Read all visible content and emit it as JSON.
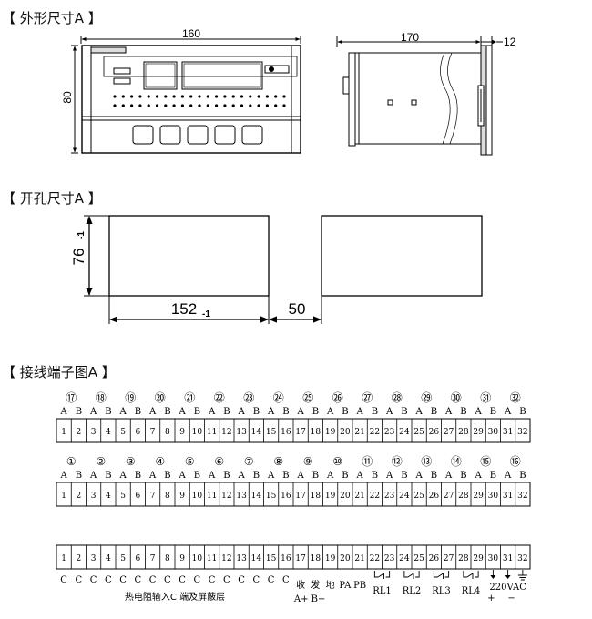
{
  "sections": {
    "outline_title": "【 外形尺寸A 】",
    "cutout_title": "【 开孔尺寸A 】",
    "terminal_title": "【 接线端子图A 】"
  },
  "outline": {
    "width_label": "160",
    "height_label": "80",
    "depth_label": "170",
    "panel_label": "12"
  },
  "cutout": {
    "height_label": "76",
    "height_tol": "-1",
    "width_label": "152",
    "width_tol": "-1",
    "gap_label": "50"
  },
  "terminals": {
    "numbers": [
      "1",
      "2",
      "3",
      "4",
      "5",
      "6",
      "7",
      "8",
      "9",
      "10",
      "11",
      "12",
      "13",
      "14",
      "15",
      "16",
      "17",
      "18",
      "19",
      "20",
      "21",
      "22",
      "23",
      "24",
      "25",
      "26",
      "27",
      "28",
      "29",
      "30",
      "31",
      "32"
    ],
    "channels_top": [
      "⑰",
      "⑱",
      "⑲",
      "⑳",
      "㉑",
      "㉒",
      "㉓",
      "㉔",
      "㉕",
      "㉖",
      "㉗",
      "㉘",
      "㉙",
      "㉚",
      "㉛",
      "㉜"
    ],
    "channels_mid": [
      "①",
      "②",
      "③",
      "④",
      "⑤",
      "⑥",
      "⑦",
      "⑧",
      "⑨",
      "⑩",
      "⑪",
      "⑫",
      "⑬",
      "⑭",
      "⑮",
      "⑯"
    ],
    "ab": [
      "A",
      "B"
    ],
    "c_label": "C",
    "comm_labels": [
      "收",
      "发",
      "地"
    ],
    "pa": "PA",
    "pb": "PB",
    "ab_bottom": "A+ B−",
    "relays": [
      "RL1",
      "RL2",
      "RL3",
      "RL4"
    ],
    "power": "220VAC",
    "plus": "+",
    "minus": "−",
    "caption": "热电阻输入C 端及屏蔽层"
  }
}
